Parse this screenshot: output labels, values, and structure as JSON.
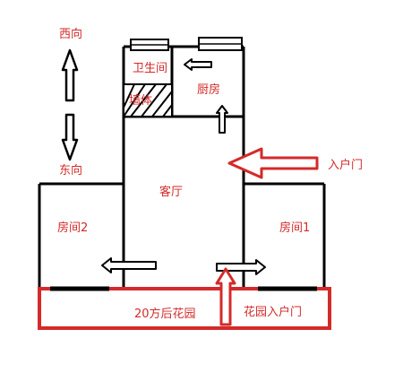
{
  "labels": {
    "west": "西向",
    "east": "东向",
    "bathroom": "卫生间",
    "wall": "墙体",
    "kitchen": "厨房",
    "living_room": "客厅",
    "room2": "房间2",
    "room1": "房间1",
    "entrance": "入户门",
    "garden": "20方后花园",
    "garden_entrance": "花园入户门"
  },
  "colors": {
    "wall": "#000000",
    "arrow": "#d42a2a",
    "label": "#d42a2a",
    "garden_border": "#d42a2a"
  }
}
